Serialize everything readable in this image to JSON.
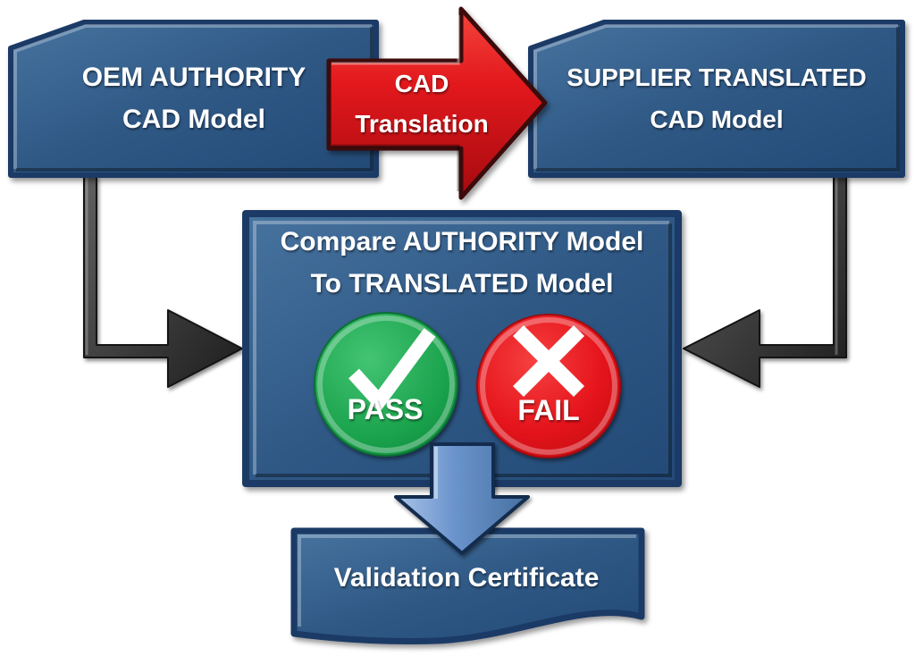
{
  "nodes": {
    "oem_box": {
      "line1": "OEM AUTHORITY",
      "line2": "CAD Model"
    },
    "cad_translation_arrow": {
      "line1": "CAD",
      "line2": "Translation"
    },
    "supplier_box": {
      "line1": "SUPPLIER TRANSLATED",
      "line2": "CAD Model"
    },
    "compare_box": {
      "line1": "Compare AUTHORITY Model",
      "line2": "To TRANSLATED Model"
    },
    "pass_badge": {
      "label": "PASS"
    },
    "fail_badge": {
      "label": "FAIL"
    },
    "certificate_box": {
      "label": "Validation Certificate"
    }
  },
  "colors": {
    "box_blue": "#2e5885",
    "box_border": "#1b3a66",
    "translation_arrow_red": "#e2181c",
    "connector_gray": "#3a3a3a",
    "down_arrow_blue": "#6a93cc",
    "pass_green": "#1aa24c",
    "fail_red": "#e5141b",
    "text": "#ffffff"
  }
}
